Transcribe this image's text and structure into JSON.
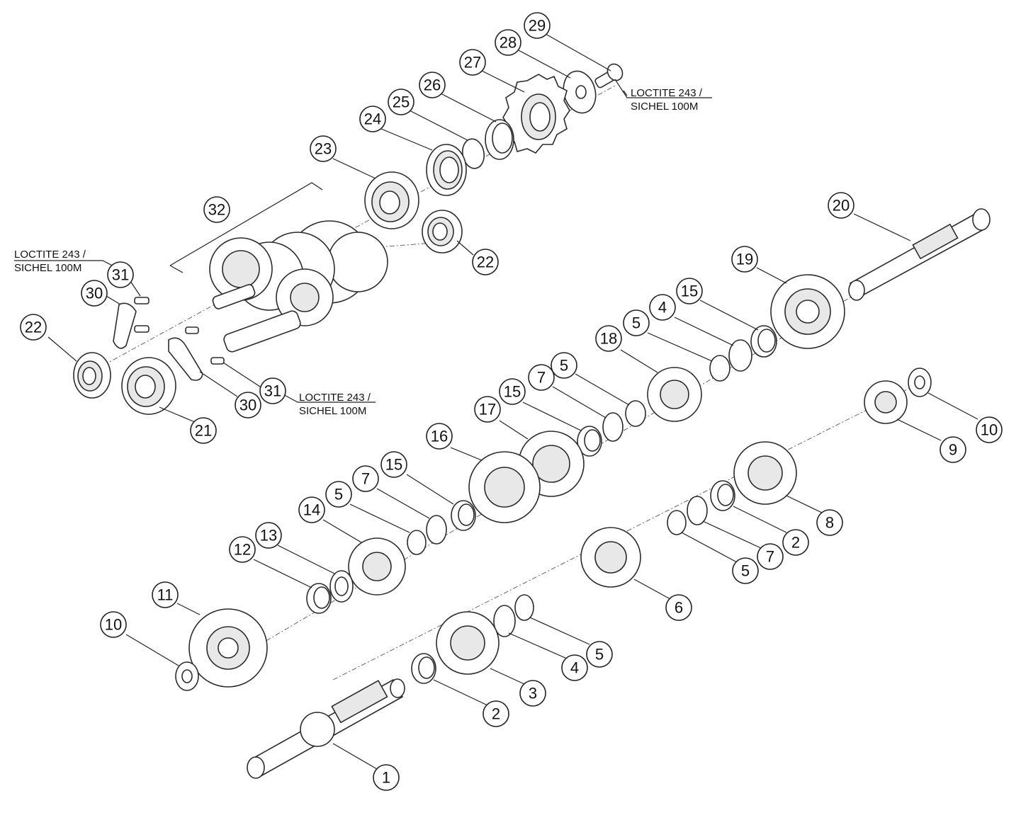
{
  "notes": [
    {
      "id": "note-top-right",
      "line1": "LOCTITE 243 /",
      "line2": "SICHEL 100M"
    },
    {
      "id": "note-left",
      "line1": "LOCTITE 243 /",
      "line2": "SICHEL 100M"
    },
    {
      "id": "note-middle",
      "line1": "LOCTITE 243 /",
      "line2": "SICHEL 100M"
    }
  ],
  "callouts": [
    {
      "label": "29"
    },
    {
      "label": "28"
    },
    {
      "label": "27"
    },
    {
      "label": "26"
    },
    {
      "label": "25"
    },
    {
      "label": "24"
    },
    {
      "label": "23"
    },
    {
      "label": "32"
    },
    {
      "label": "22"
    },
    {
      "label": "31"
    },
    {
      "label": "30"
    },
    {
      "label": "22"
    },
    {
      "label": "21"
    },
    {
      "label": "30"
    },
    {
      "label": "31"
    },
    {
      "label": "20"
    },
    {
      "label": "19"
    },
    {
      "label": "15"
    },
    {
      "label": "4"
    },
    {
      "label": "5"
    },
    {
      "label": "18"
    },
    {
      "label": "5"
    },
    {
      "label": "7"
    },
    {
      "label": "15"
    },
    {
      "label": "17"
    },
    {
      "label": "16"
    },
    {
      "label": "15"
    },
    {
      "label": "7"
    },
    {
      "label": "5"
    },
    {
      "label": "14"
    },
    {
      "label": "13"
    },
    {
      "label": "12"
    },
    {
      "label": "11"
    },
    {
      "label": "10"
    },
    {
      "label": "10"
    },
    {
      "label": "9"
    },
    {
      "label": "8"
    },
    {
      "label": "2"
    },
    {
      "label": "7"
    },
    {
      "label": "5"
    },
    {
      "label": "6"
    },
    {
      "label": "5"
    },
    {
      "label": "4"
    },
    {
      "label": "3"
    },
    {
      "label": "2"
    },
    {
      "label": "1"
    }
  ]
}
